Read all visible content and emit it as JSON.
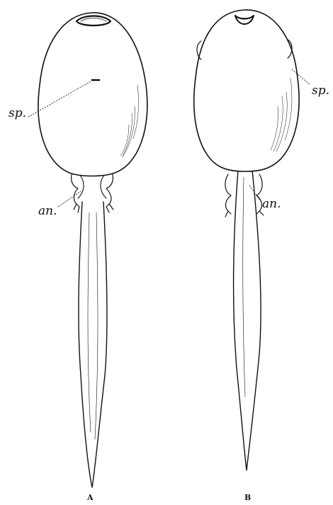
{
  "figure_a": {
    "caption": "A",
    "label_sp": "sp.",
    "label_an": "an."
  },
  "figure_b": {
    "caption": "B",
    "label_sp": "sp.",
    "label_an": "an."
  },
  "colors": {
    "ink": "#111111",
    "paper": "#ffffff"
  }
}
